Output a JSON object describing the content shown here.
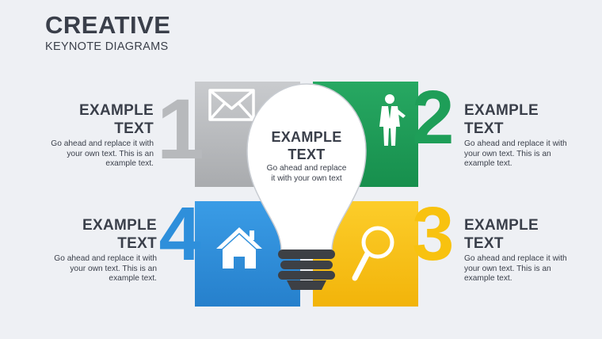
{
  "header": {
    "title": "CREATIVE",
    "subtitle": "KEYNOTE DIAGRAMS"
  },
  "center": {
    "heading_line1": "EXAMPLE",
    "heading_line2": "TEXT",
    "body_line1": "Go ahead and replace",
    "body_line2": "it with your own text"
  },
  "numbers": {
    "n1": "1",
    "n2": "2",
    "n3": "3",
    "n4": "4"
  },
  "icons": {
    "q1": "envelope-icon",
    "q2": "businessman-icon",
    "q3": "magnifier-icon",
    "q4": "house-icon"
  },
  "colors": {
    "gray": "#b7b9bc",
    "green": "#1e9e58",
    "yellow": "#f8c20f",
    "blue": "#2e8fdb",
    "dark": "#3a3f4a",
    "bulb": "#ffffff",
    "socket": "#3d4045"
  },
  "items": [
    {
      "heading_line1": "EXAMPLE",
      "heading_line2": "TEXT",
      "body_line1": "Go ahead and replace it with",
      "body_line2": "your own text. This is an",
      "body_line3": "example text."
    },
    {
      "heading_line1": "EXAMPLE",
      "heading_line2": "TEXT",
      "body_line1": "Go ahead and replace it with",
      "body_line2": "your own text. This is an",
      "body_line3": "example text."
    },
    {
      "heading_line1": "EXAMPLE",
      "heading_line2": "TEXT",
      "body_line1": "Go ahead and replace it with",
      "body_line2": "your own text. This is an",
      "body_line3": "example text."
    },
    {
      "heading_line1": "EXAMPLE",
      "heading_line2": "TEXT",
      "body_line1": "Go ahead and replace it with",
      "body_line2": "your own text. This is an",
      "body_line3": "example text."
    }
  ]
}
